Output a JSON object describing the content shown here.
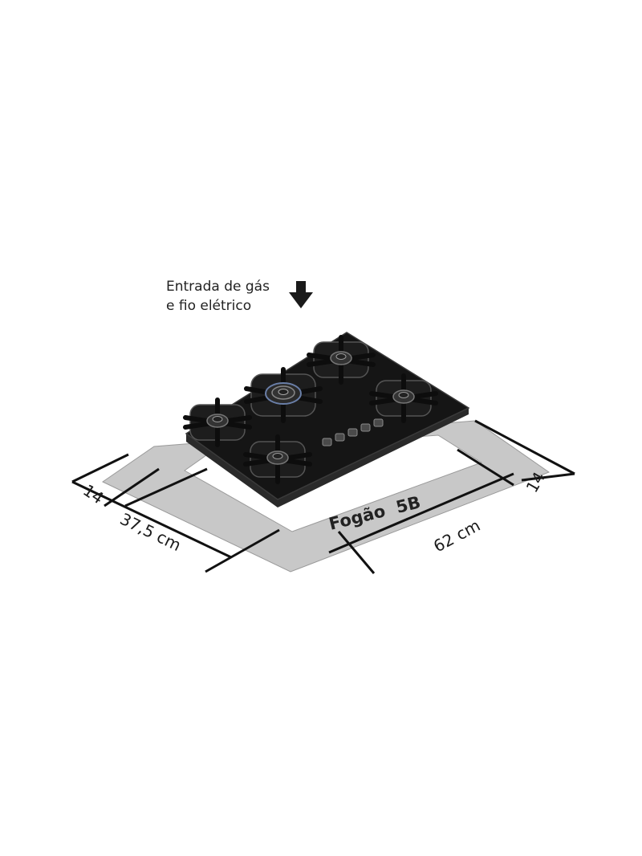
{
  "note": {
    "line1": "Entrada de gás",
    "line2": "e fio elétrico"
  },
  "product_label": "Fogão  5B",
  "dimensions": {
    "left_depth": "14",
    "right_depth": "14",
    "cutout_depth": "37,5 cm",
    "cutout_width": "62 cm"
  },
  "icons": {
    "arrow": "arrow-down-icon"
  },
  "colors": {
    "surface": "#c8c8c8",
    "cooktop": "#151515",
    "lines": "#111111"
  }
}
